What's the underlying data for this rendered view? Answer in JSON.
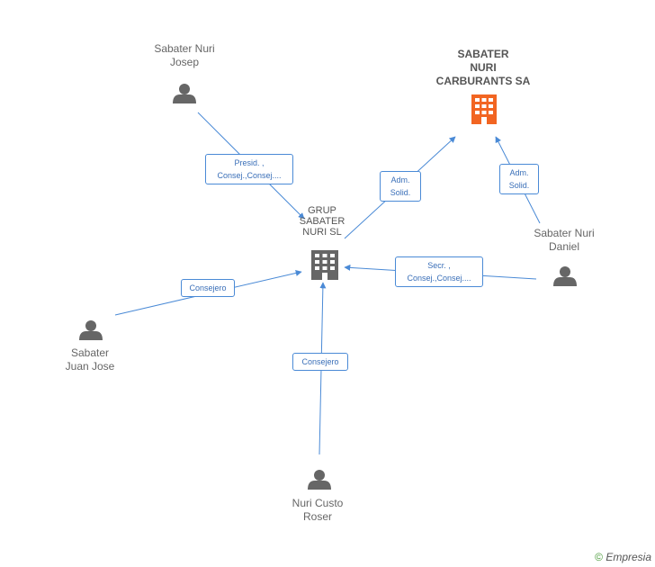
{
  "nodes": {
    "josep": {
      "lines": [
        "Sabater Nuri",
        "Josep"
      ],
      "icon": "person-icon"
    },
    "carburants": {
      "lines": [
        "SABATER",
        "NURI",
        "CARBURANTS SA"
      ],
      "icon": "building-icon",
      "color": "#f26522"
    },
    "grup": {
      "lines": [
        "GRUP",
        "SABATER",
        "NURI SL"
      ],
      "icon": "building-icon",
      "color": "#666666"
    },
    "daniel": {
      "lines": [
        "Sabater Nuri",
        "Daniel"
      ],
      "icon": "person-icon"
    },
    "juan": {
      "lines": [
        "Sabater",
        "Juan Jose"
      ],
      "icon": "person-icon"
    },
    "roser": {
      "lines": [
        "Nuri Custo",
        "Roser"
      ],
      "icon": "person-icon"
    }
  },
  "edges": {
    "josep_grup": {
      "lines": [
        "Presid. ,",
        "Consej.,Consej...."
      ]
    },
    "grup_carburants": {
      "lines": [
        "Adm.",
        "Solid."
      ]
    },
    "daniel_carburants": {
      "lines": [
        "Adm.",
        "Solid."
      ]
    },
    "daniel_grup": {
      "lines": [
        "Secr. ,",
        "Consej.,Consej...."
      ]
    },
    "juan_grup": {
      "lines": [
        "Consejero"
      ]
    },
    "roser_grup": {
      "lines": [
        "Consejero"
      ]
    }
  },
  "colors": {
    "edge": "#4a8ad6",
    "person": "#666666",
    "accent": "#f26522"
  },
  "footer": {
    "copyright": "©",
    "brand": "Empresia"
  }
}
